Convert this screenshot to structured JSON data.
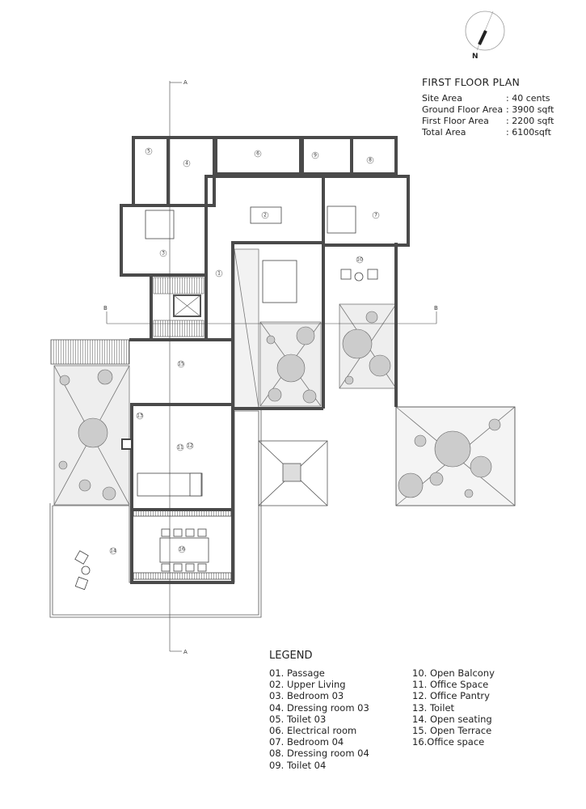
{
  "plan": {
    "title": "FIRST FLOOR PLAN",
    "areas": [
      {
        "label": "Site Area",
        "value": ":  40 cents"
      },
      {
        "label": "Ground Floor Area",
        "value": ": 3900 sqft"
      },
      {
        "label": "First Floor Area",
        "value": ":  2200 sqft"
      },
      {
        "label": "Total Area",
        "value": ":  6100sqft"
      }
    ],
    "north_label": "N",
    "section_labels": {
      "a": "A",
      "b": "B"
    }
  },
  "room_numbers": [
    "1",
    "2",
    "3",
    "4",
    "5",
    "6",
    "7",
    "8",
    "9",
    "10",
    "11",
    "12",
    "13",
    "14",
    "15",
    "16"
  ],
  "legend": {
    "title": "LEGEND",
    "col1": [
      "01.  Passage",
      "02.  Upper Living",
      "03.  Bedroom 03",
      "04.  Dressing room 03",
      "05.  Toilet 03",
      "06.  Electrical room",
      "07.  Bedroom 04",
      "08.  Dressing room 04",
      "09.  Toilet 04"
    ],
    "col2": [
      "10. Open Balcony",
      "11. Office Space",
      "12. Office Pantry",
      "13. Toilet",
      "14. Open seating",
      "15. Open Terrace",
      "16.Office space"
    ]
  }
}
